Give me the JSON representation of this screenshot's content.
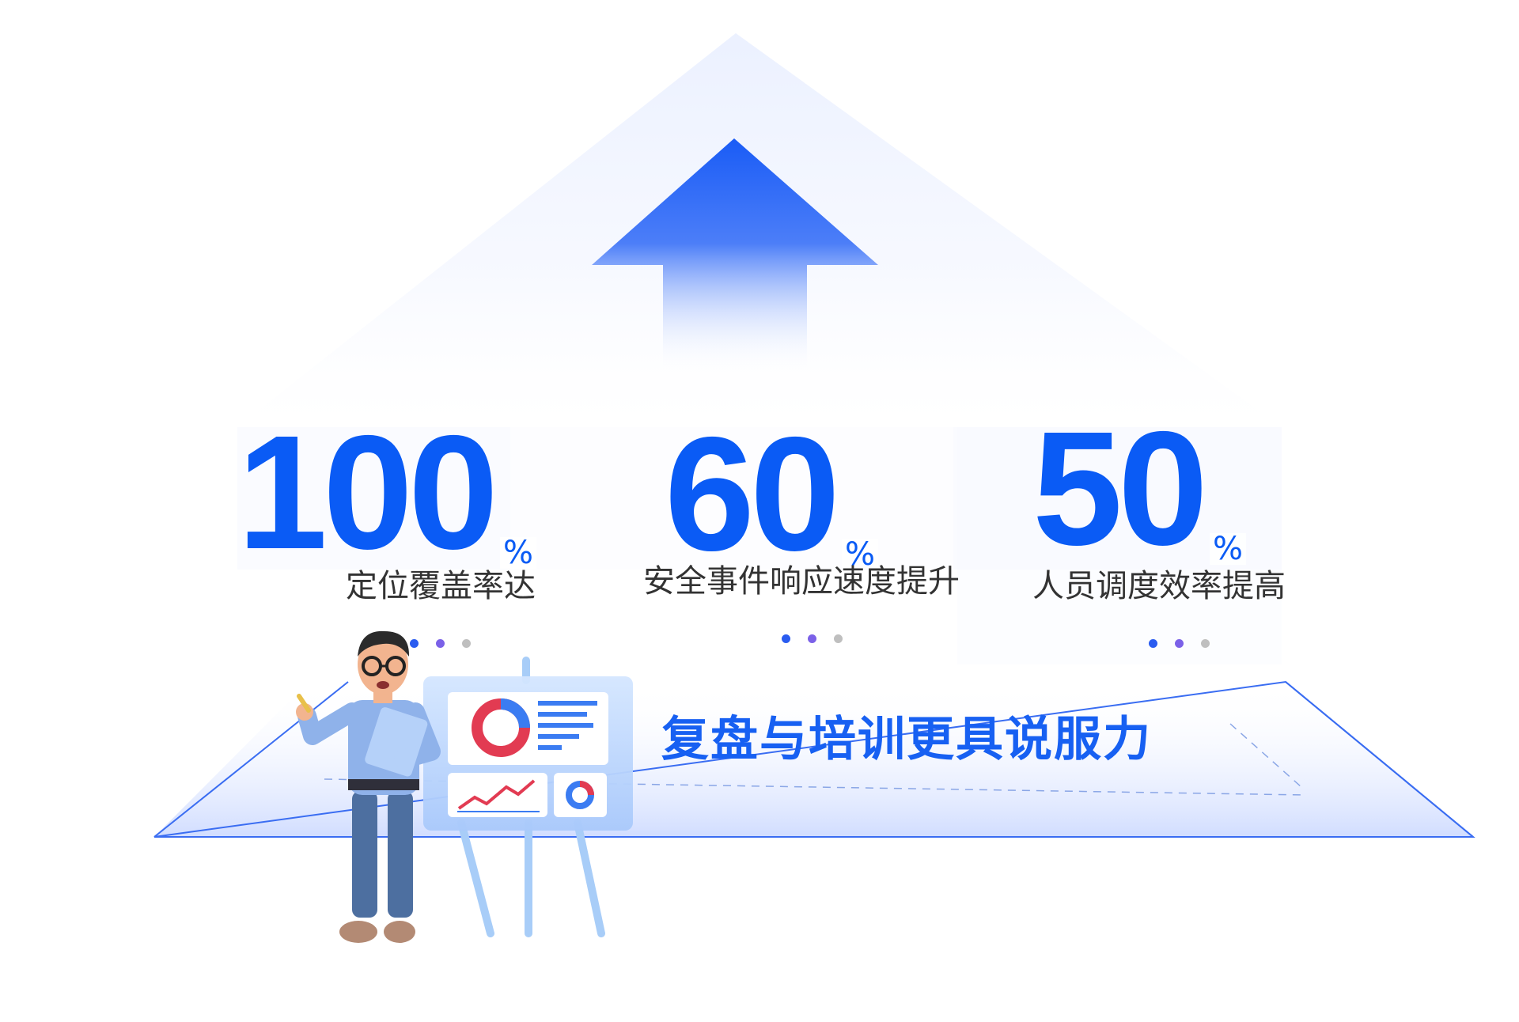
{
  "stats": [
    {
      "value": "100",
      "unit": "%",
      "label": "定位覆盖率达"
    },
    {
      "value": "60",
      "unit": "%",
      "label": "安全事件响应速度提升"
    },
    {
      "value": "50",
      "unit": "%",
      "label": "人员调度效率提高"
    }
  ],
  "banner": "复盘与培训更具说服力",
  "colors": {
    "accent": "#0a5bf5",
    "banner": "#1760f2",
    "dot_blue": "#2a5cf0",
    "dot_purple": "#7b61e8",
    "dot_gray": "#bfbfbf"
  }
}
